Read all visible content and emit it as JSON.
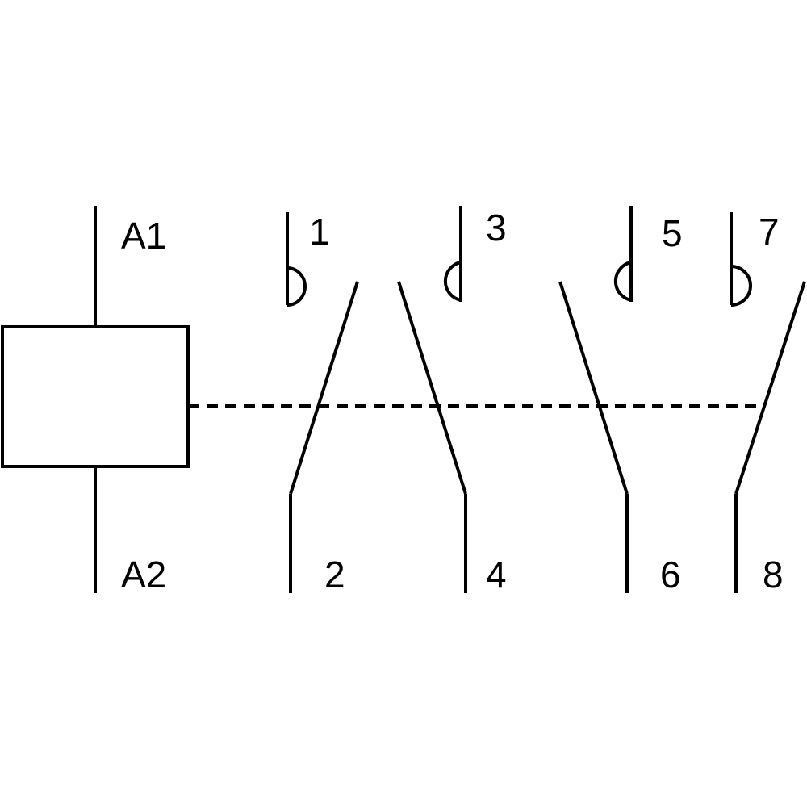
{
  "diagram": {
    "coil": {
      "terminal_top": "A1",
      "terminal_bottom": "A2"
    },
    "contacts": [
      {
        "top": "1",
        "bottom": "2"
      },
      {
        "top": "3",
        "bottom": "4"
      },
      {
        "top": "5",
        "bottom": "6"
      },
      {
        "top": "7",
        "bottom": "8"
      }
    ]
  }
}
